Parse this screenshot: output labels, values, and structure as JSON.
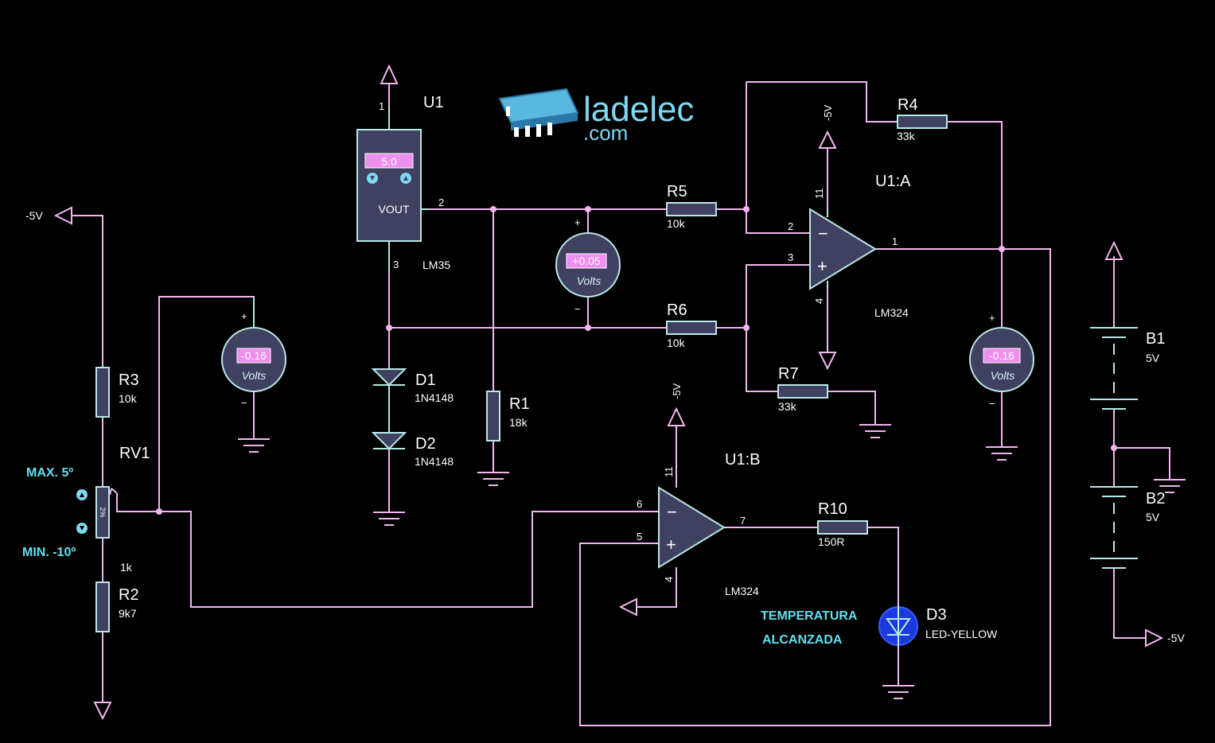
{
  "watermark": {
    "brand": "ladelec",
    "domain": ".com"
  },
  "sensor": {
    "ref": "U1",
    "part": "LM35",
    "output_label": "VOUT",
    "display_value": "5.0",
    "pin_in": "1",
    "pin_out": "2",
    "pin_gnd": "3"
  },
  "opamp_a": {
    "ref": "U1:A",
    "part": "LM324",
    "pin_inv": "2",
    "pin_noninv": "3",
    "pin_out": "1",
    "pin_vpos": "11",
    "pin_vneg": "4",
    "supply": "-5V"
  },
  "opamp_b": {
    "ref": "U1:B",
    "part": "LM324",
    "pin_inv": "6",
    "pin_noninv": "5",
    "pin_out": "7",
    "pin_vpos": "11",
    "pin_vneg": "4",
    "supply": "-5V"
  },
  "resistors": {
    "r1": {
      "ref": "R1",
      "value": "18k"
    },
    "r2": {
      "ref": "R2",
      "value": "9k7"
    },
    "r3": {
      "ref": "R3",
      "value": "10k"
    },
    "r4": {
      "ref": "R4",
      "value": "33k"
    },
    "r5": {
      "ref": "R5",
      "value": "10k"
    },
    "r6": {
      "ref": "R6",
      "value": "10k"
    },
    "r7": {
      "ref": "R7",
      "value": "33k"
    },
    "r10": {
      "ref": "R10",
      "value": "150R"
    }
  },
  "pot": {
    "ref": "RV1",
    "value": "1k",
    "wiper": "2%",
    "max_label": "MAX. 5º",
    "min_label": "MIN. -10º"
  },
  "diodes": {
    "d1": {
      "ref": "D1",
      "part": "1N4148"
    },
    "d2": {
      "ref": "D2",
      "part": "1N4148"
    },
    "d3": {
      "ref": "D3",
      "part": "LED-YELLOW"
    }
  },
  "led_caption": {
    "line1": "TEMPERATURA",
    "line2": "ALCANZADA"
  },
  "batteries": {
    "b1": {
      "ref": "B1",
      "value": "5V"
    },
    "b2": {
      "ref": "B2",
      "value": "5V"
    }
  },
  "supply_labels": {
    "left": "-5V",
    "right": "-5V"
  },
  "voltmeters": {
    "vm_pot": {
      "reading": "-0.16",
      "unit": "Volts",
      "plus": "+",
      "minus": "−"
    },
    "vm_diff": {
      "reading": "+0.05",
      "unit": "Volts",
      "plus": "+",
      "minus": "−"
    },
    "vm_out": {
      "reading": "-0.16",
      "unit": "Volts",
      "plus": "+",
      "minus": "−"
    }
  }
}
